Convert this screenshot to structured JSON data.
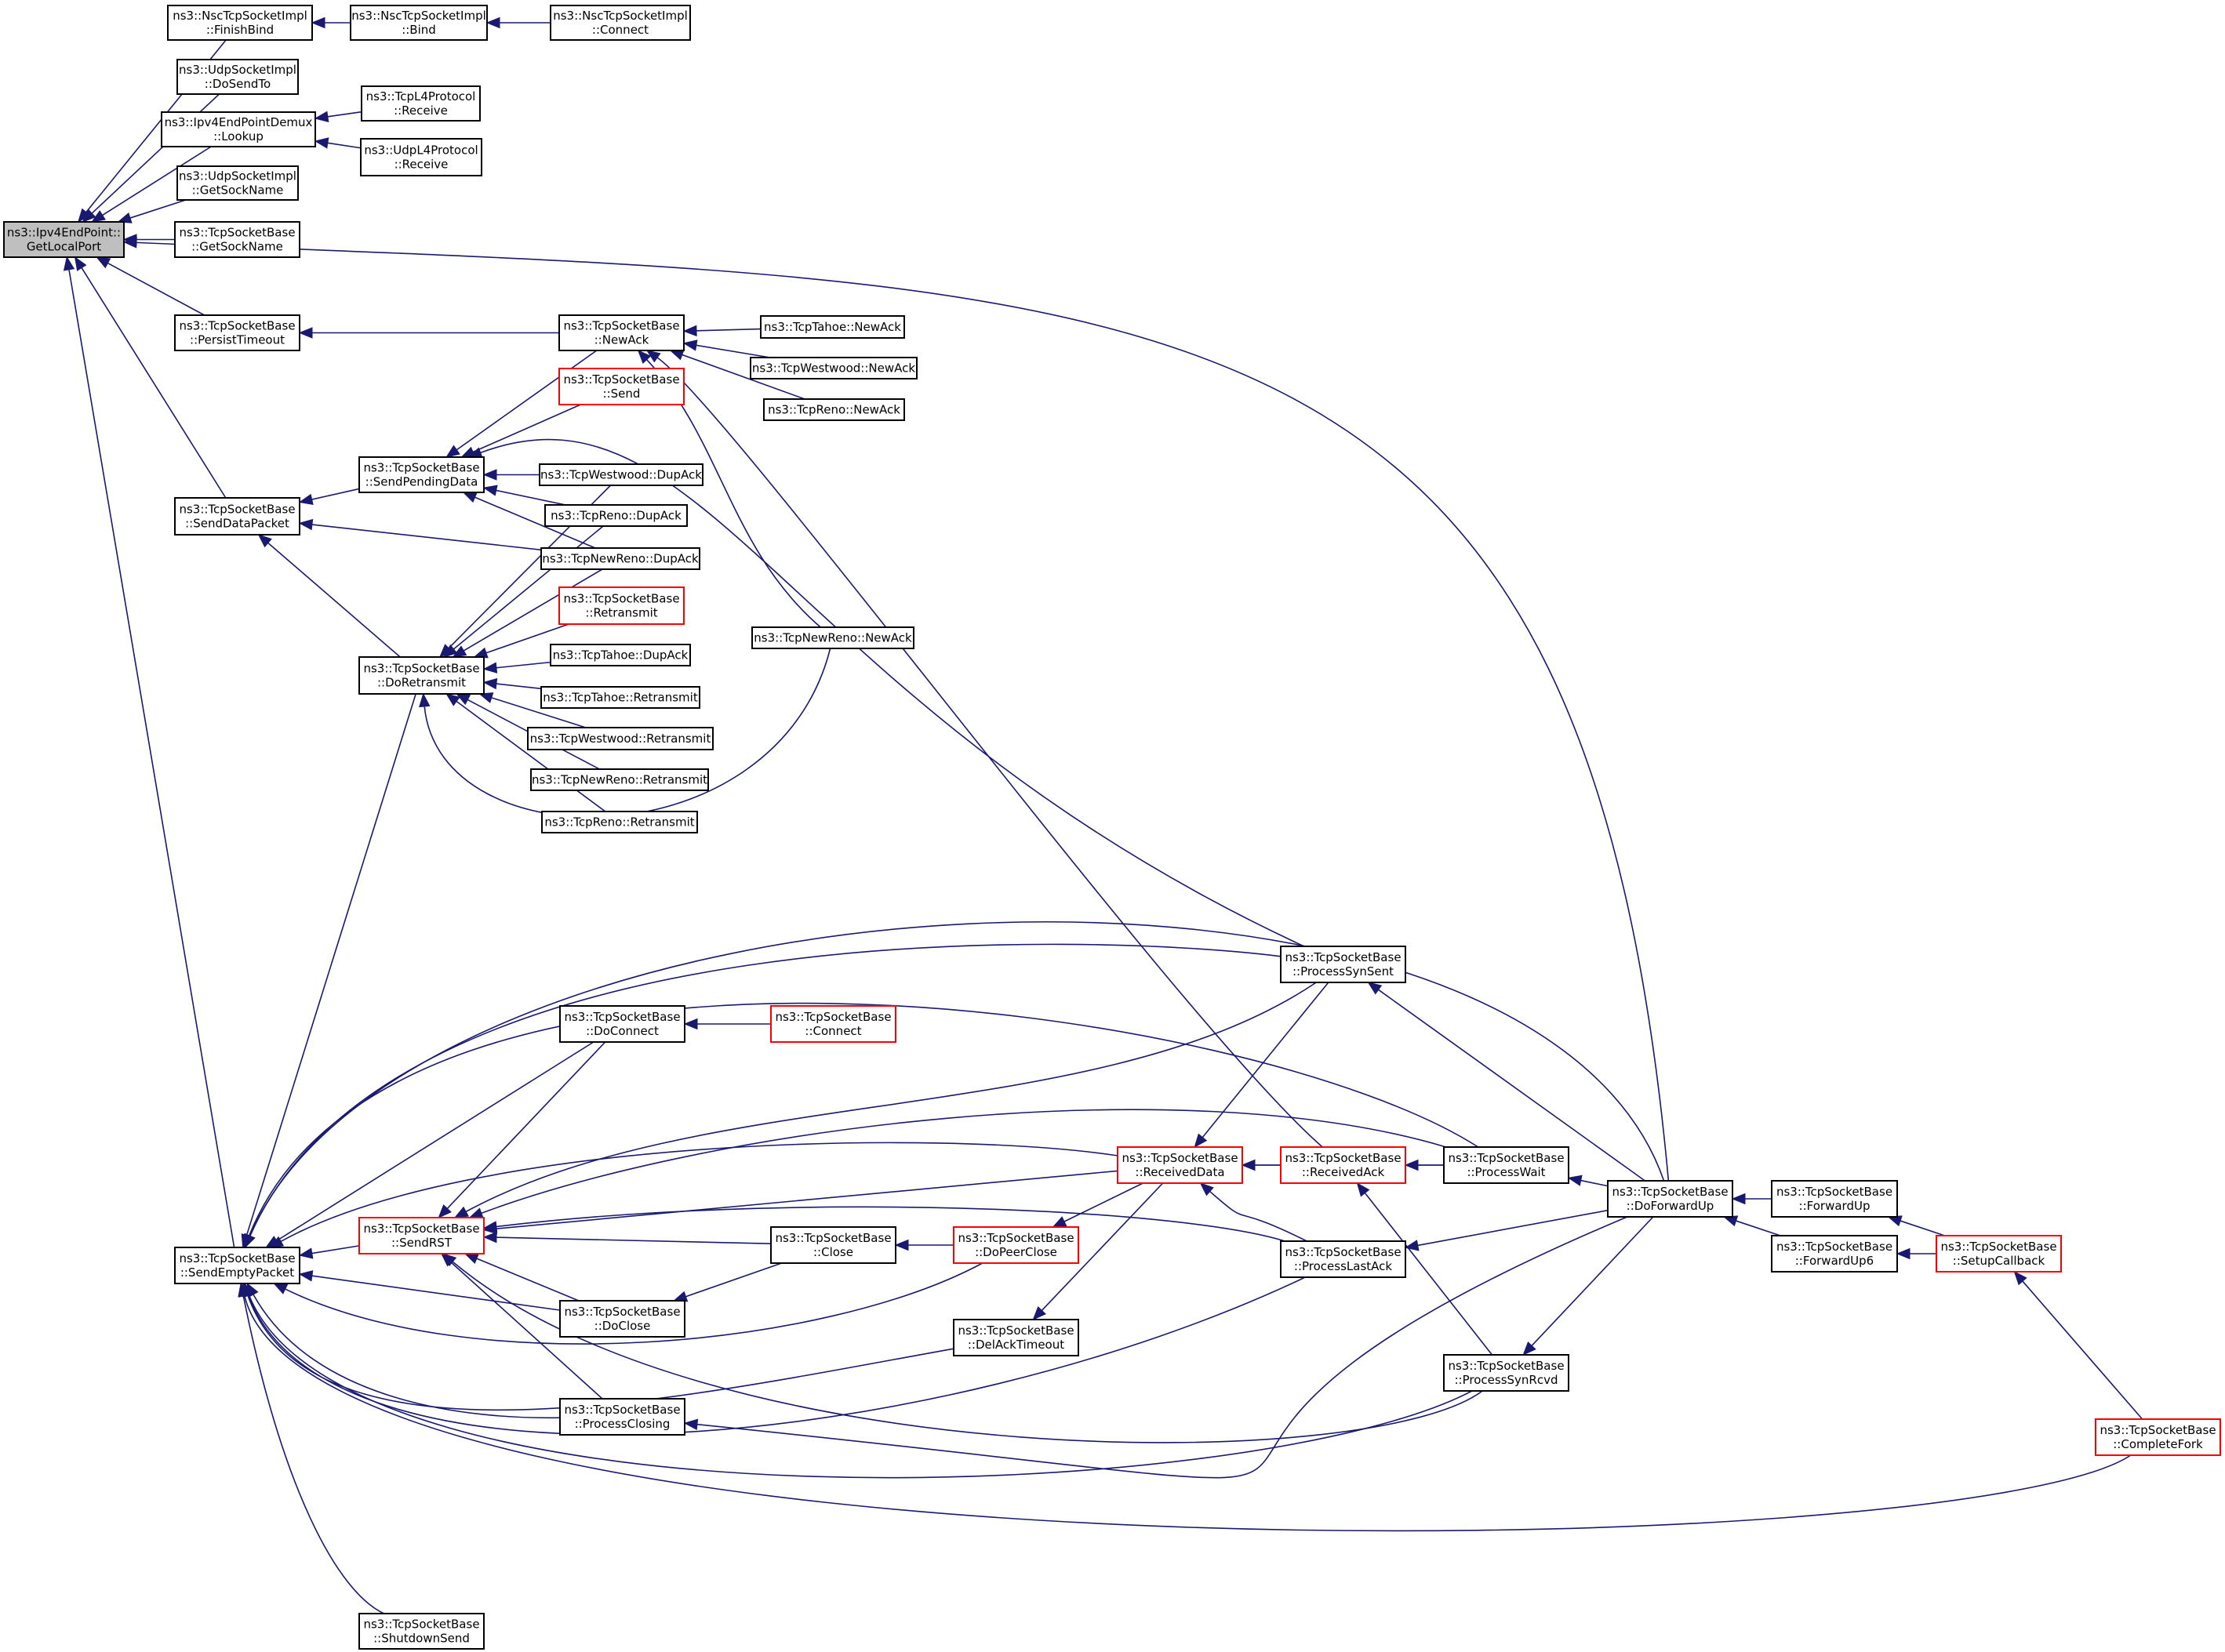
{
  "title": "ns3::Ipv4EndPoint::GetLocalPort caller graph",
  "colors": {
    "edge": "#191970",
    "root_fill": "#bfbfbf",
    "incomplete_border": "#ff0000",
    "node_border": "#000000"
  },
  "nodes": [
    {
      "id": "GetLocalPort",
      "lines": [
        "ns3::Ipv4EndPoint::",
        "GetLocalPort"
      ],
      "style": "root"
    },
    {
      "id": "NscFinishBind",
      "lines": [
        "ns3::NscTcpSocketImpl",
        "::FinishBind"
      ],
      "style": "normal"
    },
    {
      "id": "NscBind",
      "lines": [
        "ns3::NscTcpSocketImpl",
        "::Bind"
      ],
      "style": "normal"
    },
    {
      "id": "NscConnect",
      "lines": [
        "ns3::NscTcpSocketImpl",
        "::Connect"
      ],
      "style": "normal"
    },
    {
      "id": "UdpDoSendTo",
      "lines": [
        "ns3::UdpSocketImpl",
        "::DoSendTo"
      ],
      "style": "normal"
    },
    {
      "id": "DemuxLookup",
      "lines": [
        "ns3::Ipv4EndPointDemux",
        "::Lookup"
      ],
      "style": "normal"
    },
    {
      "id": "TcpL4Receive",
      "lines": [
        "ns3::TcpL4Protocol",
        "::Receive"
      ],
      "style": "normal"
    },
    {
      "id": "UdpL4Receive",
      "lines": [
        "ns3::UdpL4Protocol",
        "::Receive"
      ],
      "style": "normal"
    },
    {
      "id": "UdpGetSockName",
      "lines": [
        "ns3::UdpSocketImpl",
        "::GetSockName"
      ],
      "style": "normal"
    },
    {
      "id": "TcpGetSockName",
      "lines": [
        "ns3::TcpSocketBase",
        "::GetSockName"
      ],
      "style": "normal"
    },
    {
      "id": "PersistTimeout",
      "lines": [
        "ns3::TcpSocketBase",
        "::PersistTimeout"
      ],
      "style": "normal"
    },
    {
      "id": "NewAck",
      "lines": [
        "ns3::TcpSocketBase",
        "::NewAck"
      ],
      "style": "normal"
    },
    {
      "id": "TahoeNewAck",
      "lines": [
        "ns3::TcpTahoe::NewAck"
      ],
      "style": "normal"
    },
    {
      "id": "WestwoodNewAck",
      "lines": [
        "ns3::TcpWestwood::NewAck"
      ],
      "style": "normal"
    },
    {
      "id": "RenoNewAck",
      "lines": [
        "ns3::TcpReno::NewAck"
      ],
      "style": "normal"
    },
    {
      "id": "Send",
      "lines": [
        "ns3::TcpSocketBase",
        "::Send"
      ],
      "style": "red"
    },
    {
      "id": "SendPendingData",
      "lines": [
        "ns3::TcpSocketBase",
        "::SendPendingData"
      ],
      "style": "normal"
    },
    {
      "id": "SendDataPacket",
      "lines": [
        "ns3::TcpSocketBase",
        "::SendDataPacket"
      ],
      "style": "normal"
    },
    {
      "id": "WestwoodDupAck",
      "lines": [
        "ns3::TcpWestwood::DupAck"
      ],
      "style": "normal"
    },
    {
      "id": "RenoDupAck",
      "lines": [
        "ns3::TcpReno::DupAck"
      ],
      "style": "normal"
    },
    {
      "id": "NewRenoDupAck",
      "lines": [
        "ns3::TcpNewReno::DupAck"
      ],
      "style": "normal"
    },
    {
      "id": "Retransmit",
      "lines": [
        "ns3::TcpSocketBase",
        "::Retransmit"
      ],
      "style": "red"
    },
    {
      "id": "NewRenoNewAck",
      "lines": [
        "ns3::TcpNewReno::NewAck"
      ],
      "style": "normal"
    },
    {
      "id": "DoRetransmit",
      "lines": [
        "ns3::TcpSocketBase",
        "::DoRetransmit"
      ],
      "style": "normal"
    },
    {
      "id": "TahoeDupAck",
      "lines": [
        "ns3::TcpTahoe::DupAck"
      ],
      "style": "normal"
    },
    {
      "id": "TahoeRetransmit",
      "lines": [
        "ns3::TcpTahoe::Retransmit"
      ],
      "style": "normal"
    },
    {
      "id": "WestwoodRetransmit",
      "lines": [
        "ns3::TcpWestwood::Retransmit"
      ],
      "style": "normal"
    },
    {
      "id": "NewRenoRetransmit",
      "lines": [
        "ns3::TcpNewReno::Retransmit"
      ],
      "style": "normal"
    },
    {
      "id": "RenoRetransmit",
      "lines": [
        "ns3::TcpReno::Retransmit"
      ],
      "style": "normal"
    },
    {
      "id": "ProcessSynSent",
      "lines": [
        "ns3::TcpSocketBase",
        "::ProcessSynSent"
      ],
      "style": "normal"
    },
    {
      "id": "DoConnect",
      "lines": [
        "ns3::TcpSocketBase",
        "::DoConnect"
      ],
      "style": "normal"
    },
    {
      "id": "Connect",
      "lines": [
        "ns3::TcpSocketBase",
        "::Connect"
      ],
      "style": "red"
    },
    {
      "id": "ReceivedData",
      "lines": [
        "ns3::TcpSocketBase",
        "::ReceivedData"
      ],
      "style": "red"
    },
    {
      "id": "ReceivedAck",
      "lines": [
        "ns3::TcpSocketBase",
        "::ReceivedAck"
      ],
      "style": "red"
    },
    {
      "id": "ProcessWait",
      "lines": [
        "ns3::TcpSocketBase",
        "::ProcessWait"
      ],
      "style": "normal"
    },
    {
      "id": "DoForwardUp",
      "lines": [
        "ns3::TcpSocketBase",
        "::DoForwardUp"
      ],
      "style": "normal"
    },
    {
      "id": "ForwardUp",
      "lines": [
        "ns3::TcpSocketBase",
        "::ForwardUp"
      ],
      "style": "normal"
    },
    {
      "id": "ForwardUp6",
      "lines": [
        "ns3::TcpSocketBase",
        "::ForwardUp6"
      ],
      "style": "normal"
    },
    {
      "id": "SetupCallback",
      "lines": [
        "ns3::TcpSocketBase",
        "::SetupCallback"
      ],
      "style": "red"
    },
    {
      "id": "SendEmptyPacket",
      "lines": [
        "ns3::TcpSocketBase",
        "::SendEmptyPacket"
      ],
      "style": "normal"
    },
    {
      "id": "SendRST",
      "lines": [
        "ns3::TcpSocketBase",
        "::SendRST"
      ],
      "style": "red"
    },
    {
      "id": "Close",
      "lines": [
        "ns3::TcpSocketBase",
        "::Close"
      ],
      "style": "normal"
    },
    {
      "id": "DoPeerClose",
      "lines": [
        "ns3::TcpSocketBase",
        "::DoPeerClose"
      ],
      "style": "red"
    },
    {
      "id": "ProcessLastAck",
      "lines": [
        "ns3::TcpSocketBase",
        "::ProcessLastAck"
      ],
      "style": "normal"
    },
    {
      "id": "DoClose",
      "lines": [
        "ns3::TcpSocketBase",
        "::DoClose"
      ],
      "style": "normal"
    },
    {
      "id": "DelAckTimeout",
      "lines": [
        "ns3::TcpSocketBase",
        "::DelAckTimeout"
      ],
      "style": "normal"
    },
    {
      "id": "ProcessSynRcvd",
      "lines": [
        "ns3::TcpSocketBase",
        "::ProcessSynRcvd"
      ],
      "style": "normal"
    },
    {
      "id": "ProcessClosing",
      "lines": [
        "ns3::TcpSocketBase",
        "::ProcessClosing"
      ],
      "style": "normal"
    },
    {
      "id": "CompleteFork",
      "lines": [
        "ns3::TcpSocketBase",
        "::CompleteFork"
      ],
      "style": "red"
    },
    {
      "id": "ShutdownSend",
      "lines": [
        "ns3::TcpSocketBase",
        "::ShutdownSend"
      ],
      "style": "normal"
    }
  ],
  "edges": [
    [
      "NscFinishBind",
      "GetLocalPort"
    ],
    [
      "NscBind",
      "NscFinishBind"
    ],
    [
      "NscConnect",
      "NscBind"
    ],
    [
      "UdpDoSendTo",
      "GetLocalPort"
    ],
    [
      "DemuxLookup",
      "GetLocalPort"
    ],
    [
      "TcpL4Receive",
      "DemuxLookup"
    ],
    [
      "UdpL4Receive",
      "DemuxLookup"
    ],
    [
      "UdpGetSockName",
      "GetLocalPort"
    ],
    [
      "TcpGetSockName",
      "GetLocalPort"
    ],
    [
      "DoForwardUp",
      "GetLocalPort"
    ],
    [
      "PersistTimeout",
      "GetLocalPort"
    ],
    [
      "NewAck",
      "PersistTimeout"
    ],
    [
      "TahoeNewAck",
      "NewAck"
    ],
    [
      "WestwoodNewAck",
      "NewAck"
    ],
    [
      "RenoNewAck",
      "NewAck"
    ],
    [
      "NewRenoNewAck",
      "NewAck"
    ],
    [
      "ReceivedAck",
      "NewAck"
    ],
    [
      "SendDataPacket",
      "GetLocalPort"
    ],
    [
      "SendPendingData",
      "SendDataPacket"
    ],
    [
      "NewAck",
      "SendPendingData"
    ],
    [
      "Send",
      "SendPendingData"
    ],
    [
      "ProcessSynSent",
      "SendPendingData"
    ],
    [
      "WestwoodDupAck",
      "SendPendingData"
    ],
    [
      "RenoDupAck",
      "SendPendingData"
    ],
    [
      "NewRenoDupAck",
      "SendPendingData"
    ],
    [
      "NewRenoDupAck",
      "SendDataPacket"
    ],
    [
      "DoRetransmit",
      "SendDataPacket"
    ],
    [
      "WestwoodDupAck",
      "DoRetransmit"
    ],
    [
      "RenoDupAck",
      "DoRetransmit"
    ],
    [
      "NewRenoDupAck",
      "DoRetransmit"
    ],
    [
      "Retransmit",
      "DoRetransmit"
    ],
    [
      "TahoeDupAck",
      "DoRetransmit"
    ],
    [
      "TahoeRetransmit",
      "DoRetransmit"
    ],
    [
      "WestwoodRetransmit",
      "DoRetransmit"
    ],
    [
      "NewRenoRetransmit",
      "DoRetransmit"
    ],
    [
      "RenoRetransmit",
      "DoRetransmit"
    ],
    [
      "NewRenoNewAck",
      "DoRetransmit"
    ],
    [
      "SendEmptyPacket",
      "GetLocalPort"
    ],
    [
      "DoRetransmit",
      "SendEmptyPacket"
    ],
    [
      "SendRST",
      "SendEmptyPacket"
    ],
    [
      "DoConnect",
      "SendEmptyPacket"
    ],
    [
      "Connect",
      "DoConnect"
    ],
    [
      "ProcessSynSent",
      "SendEmptyPacket"
    ],
    [
      "DoForwardUp",
      "SendEmptyPacket"
    ],
    [
      "ProcessWait",
      "SendEmptyPacket"
    ],
    [
      "ReceivedData",
      "SendEmptyPacket"
    ],
    [
      "DoClose",
      "SendEmptyPacket"
    ],
    [
      "DoPeerClose",
      "SendEmptyPacket"
    ],
    [
      "ProcessClosing",
      "SendEmptyPacket"
    ],
    [
      "DelAckTimeout",
      "SendEmptyPacket"
    ],
    [
      "ProcessLastAck",
      "SendEmptyPacket"
    ],
    [
      "ProcessSynRcvd",
      "SendEmptyPacket"
    ],
    [
      "CompleteFork",
      "SendEmptyPacket"
    ],
    [
      "ShutdownSend",
      "SendEmptyPacket"
    ],
    [
      "DoConnect",
      "SendRST"
    ],
    [
      "ProcessSynSent",
      "SendRST"
    ],
    [
      "ProcessWait",
      "SendRST"
    ],
    [
      "ReceivedData",
      "SendRST"
    ],
    [
      "Close",
      "SendRST"
    ],
    [
      "ProcessLastAck",
      "SendRST"
    ],
    [
      "DoClose",
      "SendRST"
    ],
    [
      "ProcessClosing",
      "SendRST"
    ],
    [
      "ProcessSynRcvd",
      "SendRST"
    ],
    [
      "Close",
      "DoClose"
    ],
    [
      "DoPeerClose",
      "Close"
    ],
    [
      "ReceivedData",
      "DoPeerClose"
    ],
    [
      "ProcessSynSent",
      "ReceivedData"
    ],
    [
      "ReceivedAck",
      "ReceivedData"
    ],
    [
      "ProcessWait",
      "ReceivedData"
    ],
    [
      "ProcessLastAck",
      "ReceivedData"
    ],
    [
      "ReceivedData",
      "DelAckTimeout"
    ],
    [
      "ProcessWait",
      "ReceivedAck"
    ],
    [
      "ProcessSynRcvd",
      "ReceivedAck"
    ],
    [
      "DoForwardUp",
      "ProcessSynSent"
    ],
    [
      "DoForwardUp",
      "ProcessWait"
    ],
    [
      "DoForwardUp",
      "ProcessLastAck"
    ],
    [
      "DoForwardUp",
      "ProcessSynRcvd"
    ],
    [
      "DoForwardUp",
      "ProcessClosing"
    ],
    [
      "ForwardUp",
      "DoForwardUp"
    ],
    [
      "ForwardUp6",
      "DoForwardUp"
    ],
    [
      "SetupCallback",
      "ForwardUp"
    ],
    [
      "SetupCallback",
      "ForwardUp6"
    ],
    [
      "CompleteFork",
      "SetupCallback"
    ]
  ]
}
